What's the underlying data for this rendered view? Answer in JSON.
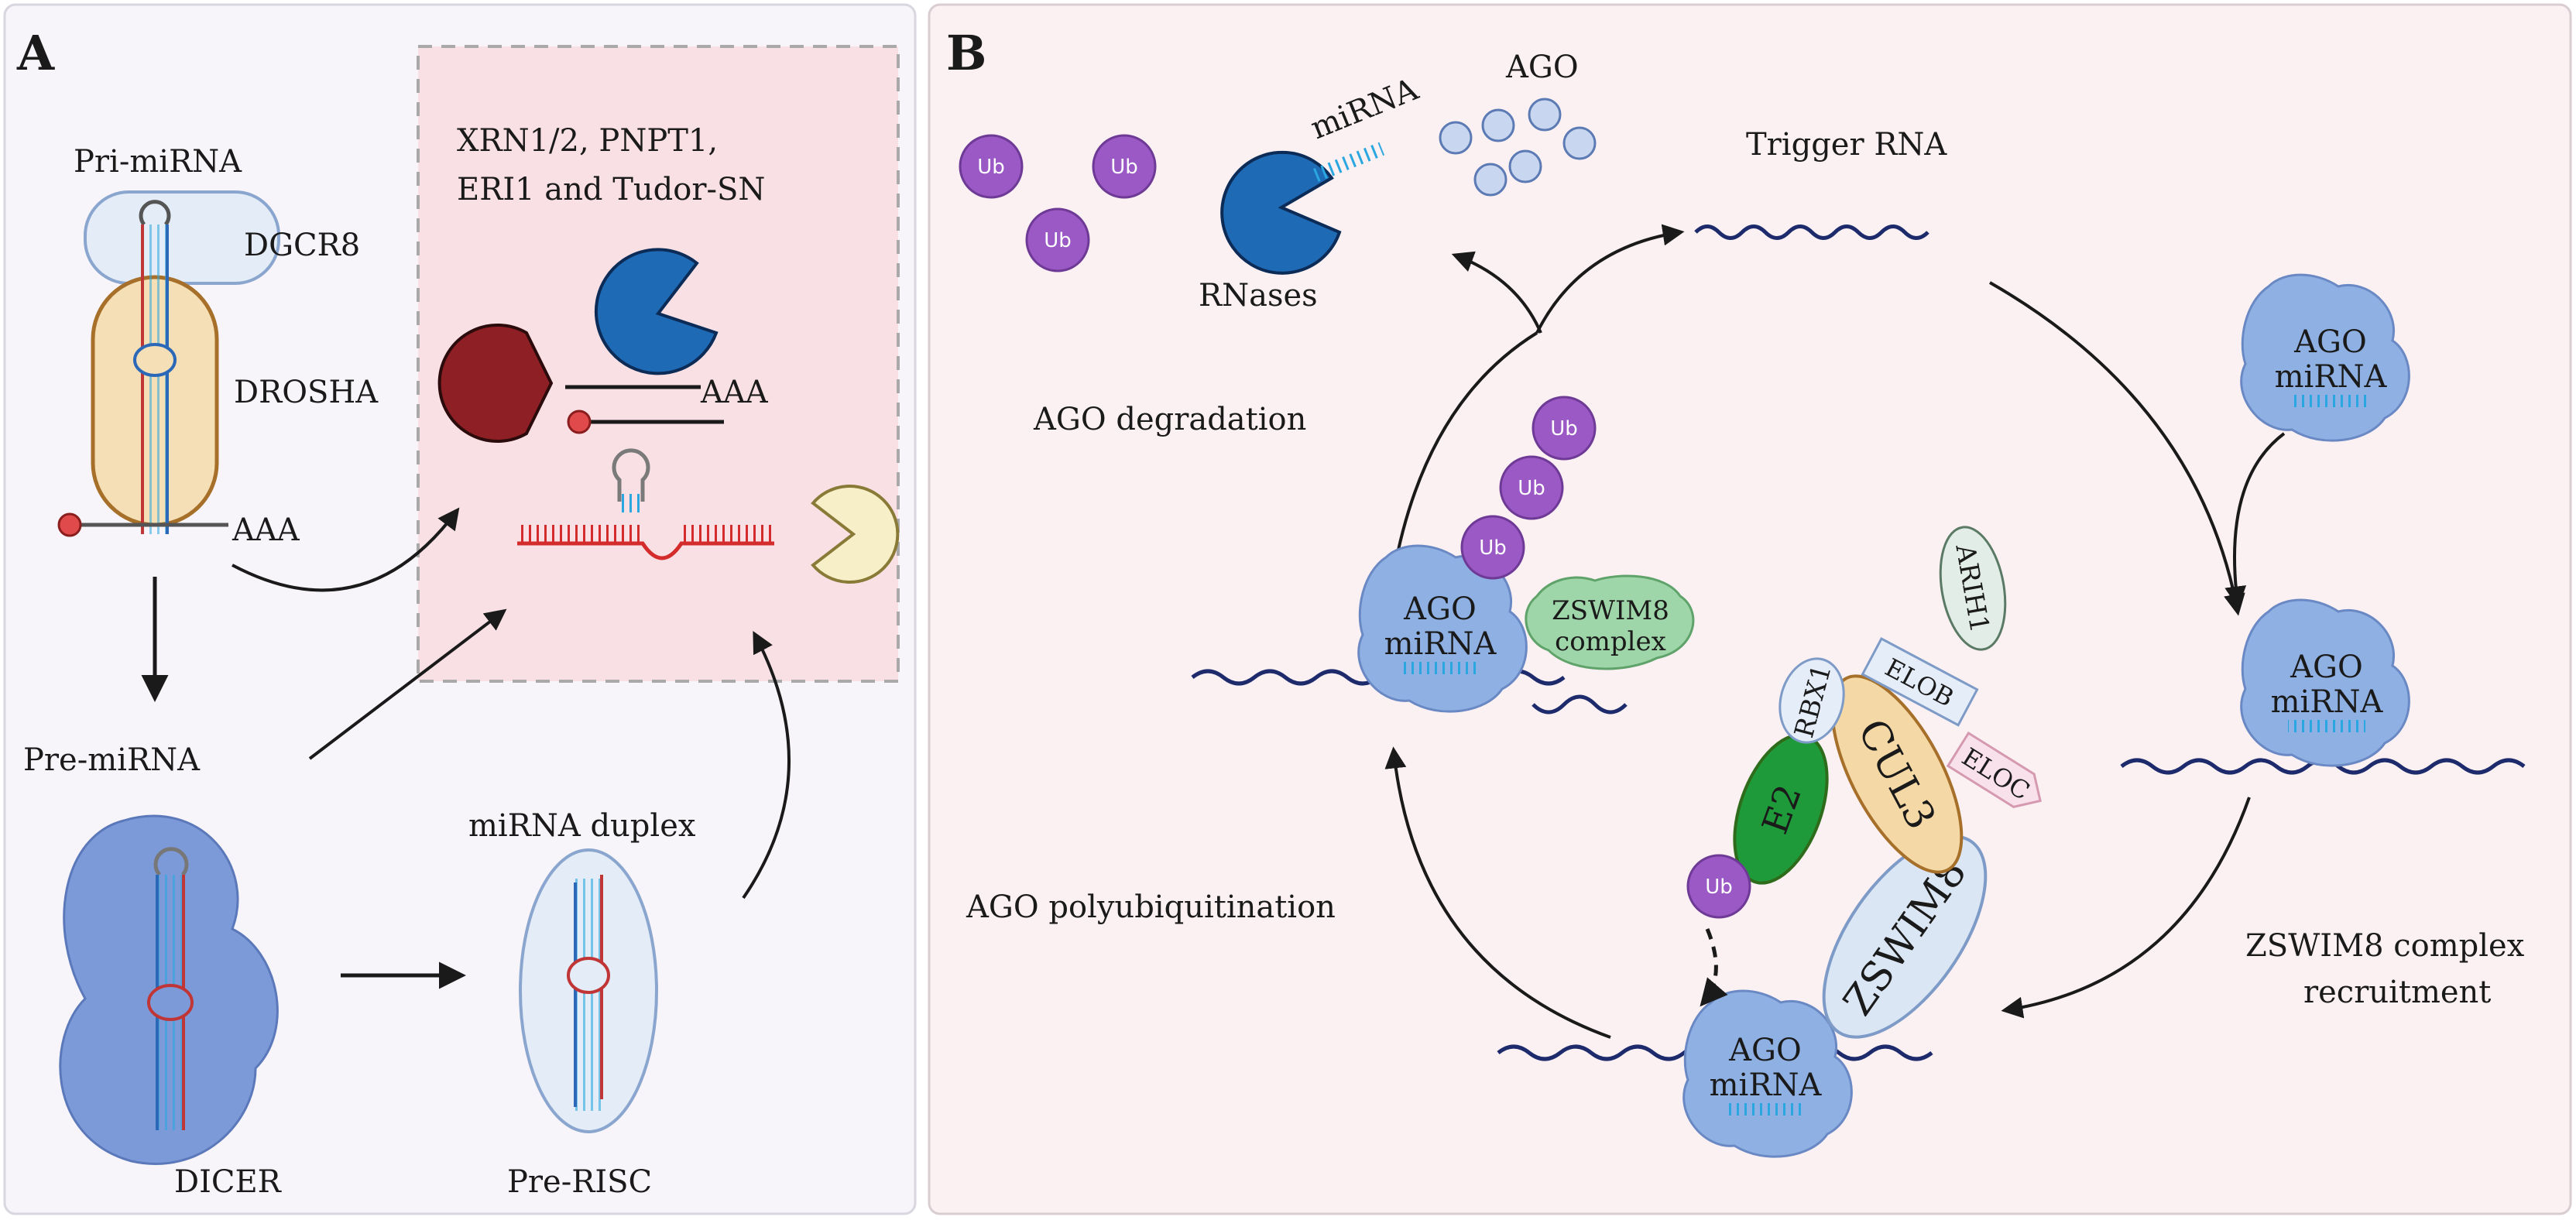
{
  "panels": {
    "a_label": "A",
    "b_label": "B"
  },
  "panel_a": {
    "pri_mirna": "Pri-miRNA",
    "dgcr8": "DGCR8",
    "drosha": "DROSHA",
    "aaa_pri": "AAA",
    "enzymes_line1": "XRN1/2, PNPT1,",
    "enzymes_line2": "ERI1 and Tudor-SN",
    "aaa_box": "AAA",
    "pre_mirna": "Pre-miRNA",
    "dicer": "DICER",
    "mirna_duplex": "miRNA duplex",
    "pre_risc": "Pre-RISC"
  },
  "panel_b": {
    "ub": "Ub",
    "mirna_rnases": "miRNA",
    "rnases": "RNases",
    "ago_free": "AGO",
    "trigger_rna": "Trigger RNA",
    "ago_degradation": "AGO degradation",
    "ago_polyubiquitination": "AGO polyubiquitination",
    "zswim8_recruit_line1": "ZSWIM8 complex",
    "zswim8_recruit_line2": "recruitment",
    "ago": "AGO",
    "mirna": "miRNA",
    "zswim8_complex_line1": "ZSWIM8",
    "zswim8_complex_line2": "complex",
    "arih1": "ARIH1",
    "rbx1": "RBX1",
    "elob": "ELOB",
    "eloc": "ELOC",
    "cul3": "CUL3",
    "e2": "E2",
    "zswim8": "ZSWIM8"
  },
  "colors": {
    "panel_a_bg": "#f7f5fa",
    "panel_b_bg": "#fbf1f3",
    "enzyme_box_bg": "#f8e0e4",
    "ub_purple": "#9b59c6",
    "ago_blue": "#8fb0e3",
    "rnase_blue": "#1e6ab5",
    "rna_navy": "#1d2a6b",
    "cul3_tan": "#f4d9a6",
    "e2_green": "#1f9a3a",
    "zswim8_blue": "#dbe6f4",
    "drosha_tan": "#f5dfb6",
    "exo_red": "#8e1f24",
    "exo_yellow": "#f6efc8"
  }
}
